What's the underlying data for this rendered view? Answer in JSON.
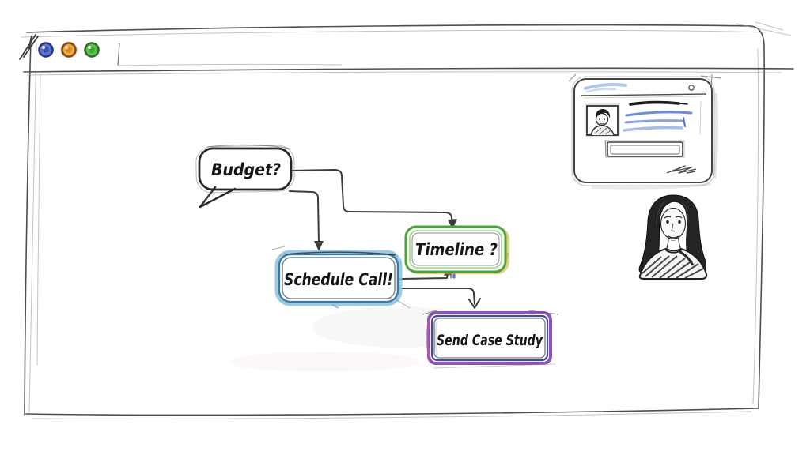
{
  "browser": {
    "traffic_lights": [
      {
        "name": "close-light",
        "color": "#5c76d6",
        "ring": "#2e3583"
      },
      {
        "name": "minimize-light",
        "color": "#efa83e",
        "ring": "#82471c"
      },
      {
        "name": "maximize-light",
        "color": "#5ec14c",
        "ring": "#2b6d26"
      }
    ]
  },
  "flowchart": {
    "nodes": [
      {
        "id": "budget",
        "label": "Budget?",
        "shape": "speech-bubble",
        "accent": "#262626"
      },
      {
        "id": "schedule-call",
        "label": "Schedule Call!",
        "shape": "rounded-box",
        "accent": "#3979a8"
      },
      {
        "id": "timeline",
        "label": "Timeline ?",
        "shape": "rounded-box",
        "accent": "#47a437"
      },
      {
        "id": "send-case-study",
        "label": "Send Case Study",
        "shape": "rounded-box",
        "accent": "#8c55b4"
      }
    ],
    "edges": [
      {
        "from": "budget",
        "to": "schedule-call"
      },
      {
        "from": "budget",
        "to": "timeline"
      },
      {
        "from": "schedule-call",
        "to": "timeline"
      },
      {
        "from": "schedule-call",
        "to": "send-case-study"
      }
    ]
  },
  "profile_card": {
    "elements": [
      "avatar-thumbnail",
      "name-stroke",
      "text-scribble-lines",
      "button-outline",
      "signature-scribble",
      "close-dot"
    ],
    "scribble_blue": "#7a97dc"
  },
  "persona": {
    "icon": "woman-portrait-sketch"
  }
}
